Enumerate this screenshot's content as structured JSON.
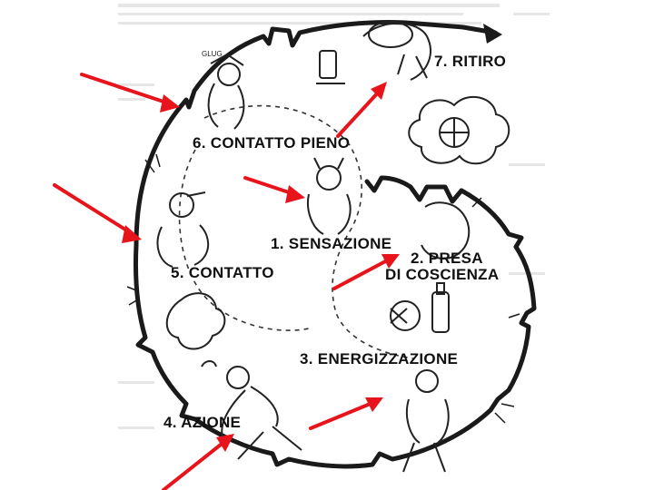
{
  "stages": [
    {
      "id": "sensazione",
      "label": "1. SENSAZIONE"
    },
    {
      "id": "presa",
      "label_line1": "2. PRESA",
      "label_line2": "DI COSCIENZA"
    },
    {
      "id": "energizzazione",
      "label": "3. ENERGIZZAZIONE"
    },
    {
      "id": "azione",
      "label": "4. AZIONE"
    },
    {
      "id": "contatto",
      "label": "5. CONTATTO"
    },
    {
      "id": "contatto-pieno",
      "label": "6. CONTATTO PIENO"
    },
    {
      "id": "ritiro",
      "label": "7. RITIRO"
    }
  ],
  "colors": {
    "arrows": "#e8141b",
    "cycle_line": "#1a1a1a",
    "text": "#111111"
  }
}
